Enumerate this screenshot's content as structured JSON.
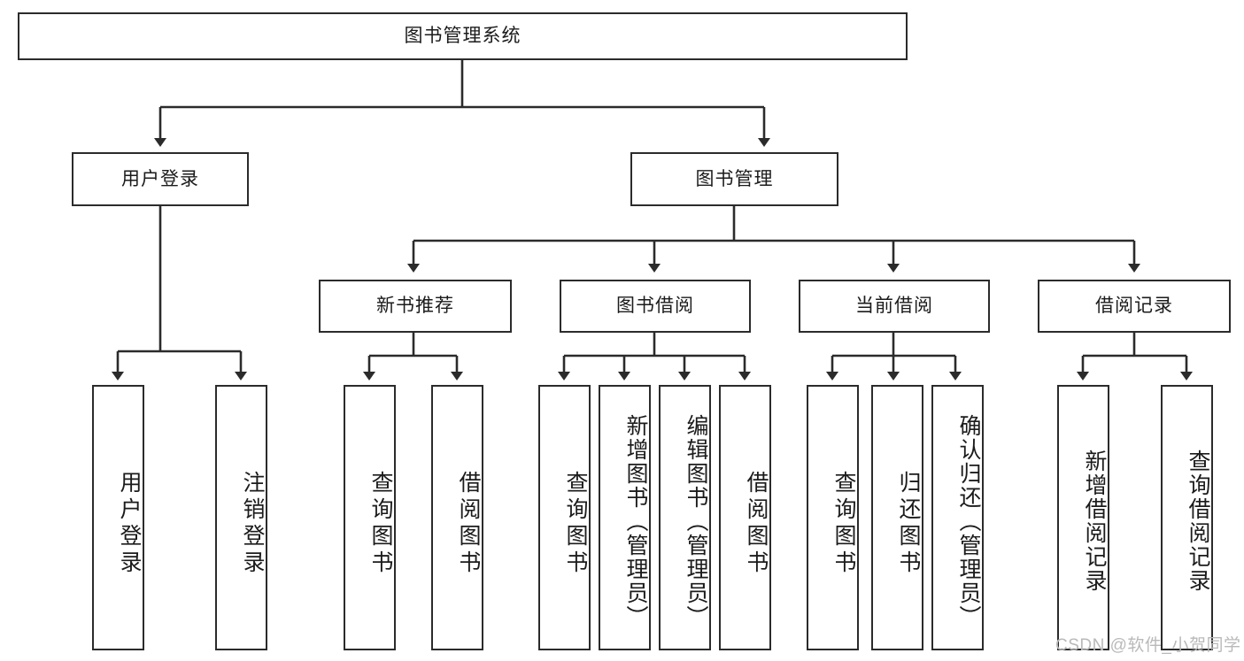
{
  "diagram": {
    "type": "tree-flowchart",
    "title": "图书管理系统",
    "root": {
      "label": "图书管理系统"
    },
    "level2": [
      {
        "label": "用户登录"
      },
      {
        "label": "图书管理"
      }
    ],
    "level3": [
      {
        "label": "新书推荐"
      },
      {
        "label": "图书借阅"
      },
      {
        "label": "当前借阅"
      },
      {
        "label": "借阅记录"
      }
    ],
    "leaves": {
      "user_login": [
        {
          "label": "用户登录"
        },
        {
          "label": "注销登录"
        }
      ],
      "new_book_recommend": [
        {
          "label": "查询图书"
        },
        {
          "label": "借阅图书"
        }
      ],
      "book_borrow": [
        {
          "label": "查询图书"
        },
        {
          "label": "新增图书（管理员）"
        },
        {
          "label": "编辑图书（管理员）"
        },
        {
          "label": "借阅图书"
        }
      ],
      "current_borrow": [
        {
          "label": "查询图书"
        },
        {
          "label": "归还图书"
        },
        {
          "label": "确认归还（管理员）"
        }
      ],
      "borrow_record": [
        {
          "label": "新增借阅记录"
        },
        {
          "label": "查询借阅记录"
        }
      ]
    }
  },
  "watermark": {
    "text": "CSDN @软件_小贺同学"
  },
  "colors": {
    "stroke": "#2b2b2b",
    "background": "#ffffff",
    "text": "#1b1b1b",
    "watermark": "#b9b9b9"
  }
}
